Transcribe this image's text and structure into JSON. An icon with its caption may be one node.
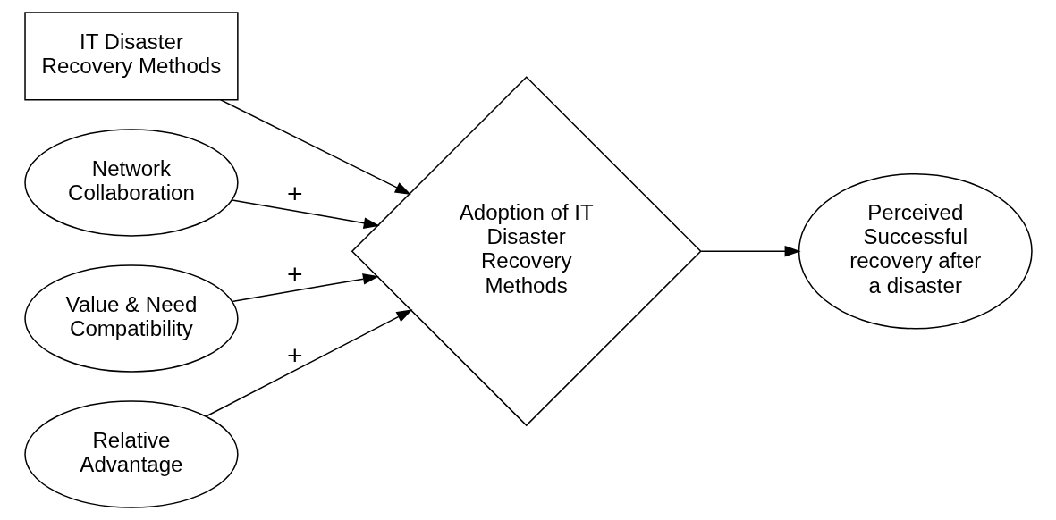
{
  "diagram": {
    "nodes": [
      {
        "text": [
          "IT Disaster Recovery Methods"
        ]
      },
      {
        "text": [
          "Network Collaboration"
        ]
      },
      {
        "text": [
          "Adoption of IT Disaster Recovery Methods"
        ]
      },
      {
        "text": [
          "Value & Need Compatibility"
        ]
      },
      {
        "text": [
          "Perceived Successful recovery after a disaster"
        ]
      },
      {
        "text": [
          "Relative Advantage"
        ]
      }
    ],
    "edges": [
      {
        "from": 0,
        "to": 2,
        "arrow": "to"
      },
      {
        "from": 1,
        "to": 2,
        "arrow": "to",
        "label": "+"
      },
      {
        "from": 3,
        "to": 2,
        "arrow": "to",
        "label": "+"
      },
      {
        "from": 5,
        "to": 2,
        "arrow": "to",
        "label": "+"
      },
      {
        "from": 2,
        "to": 4,
        "arrow": "to"
      }
    ]
  }
}
